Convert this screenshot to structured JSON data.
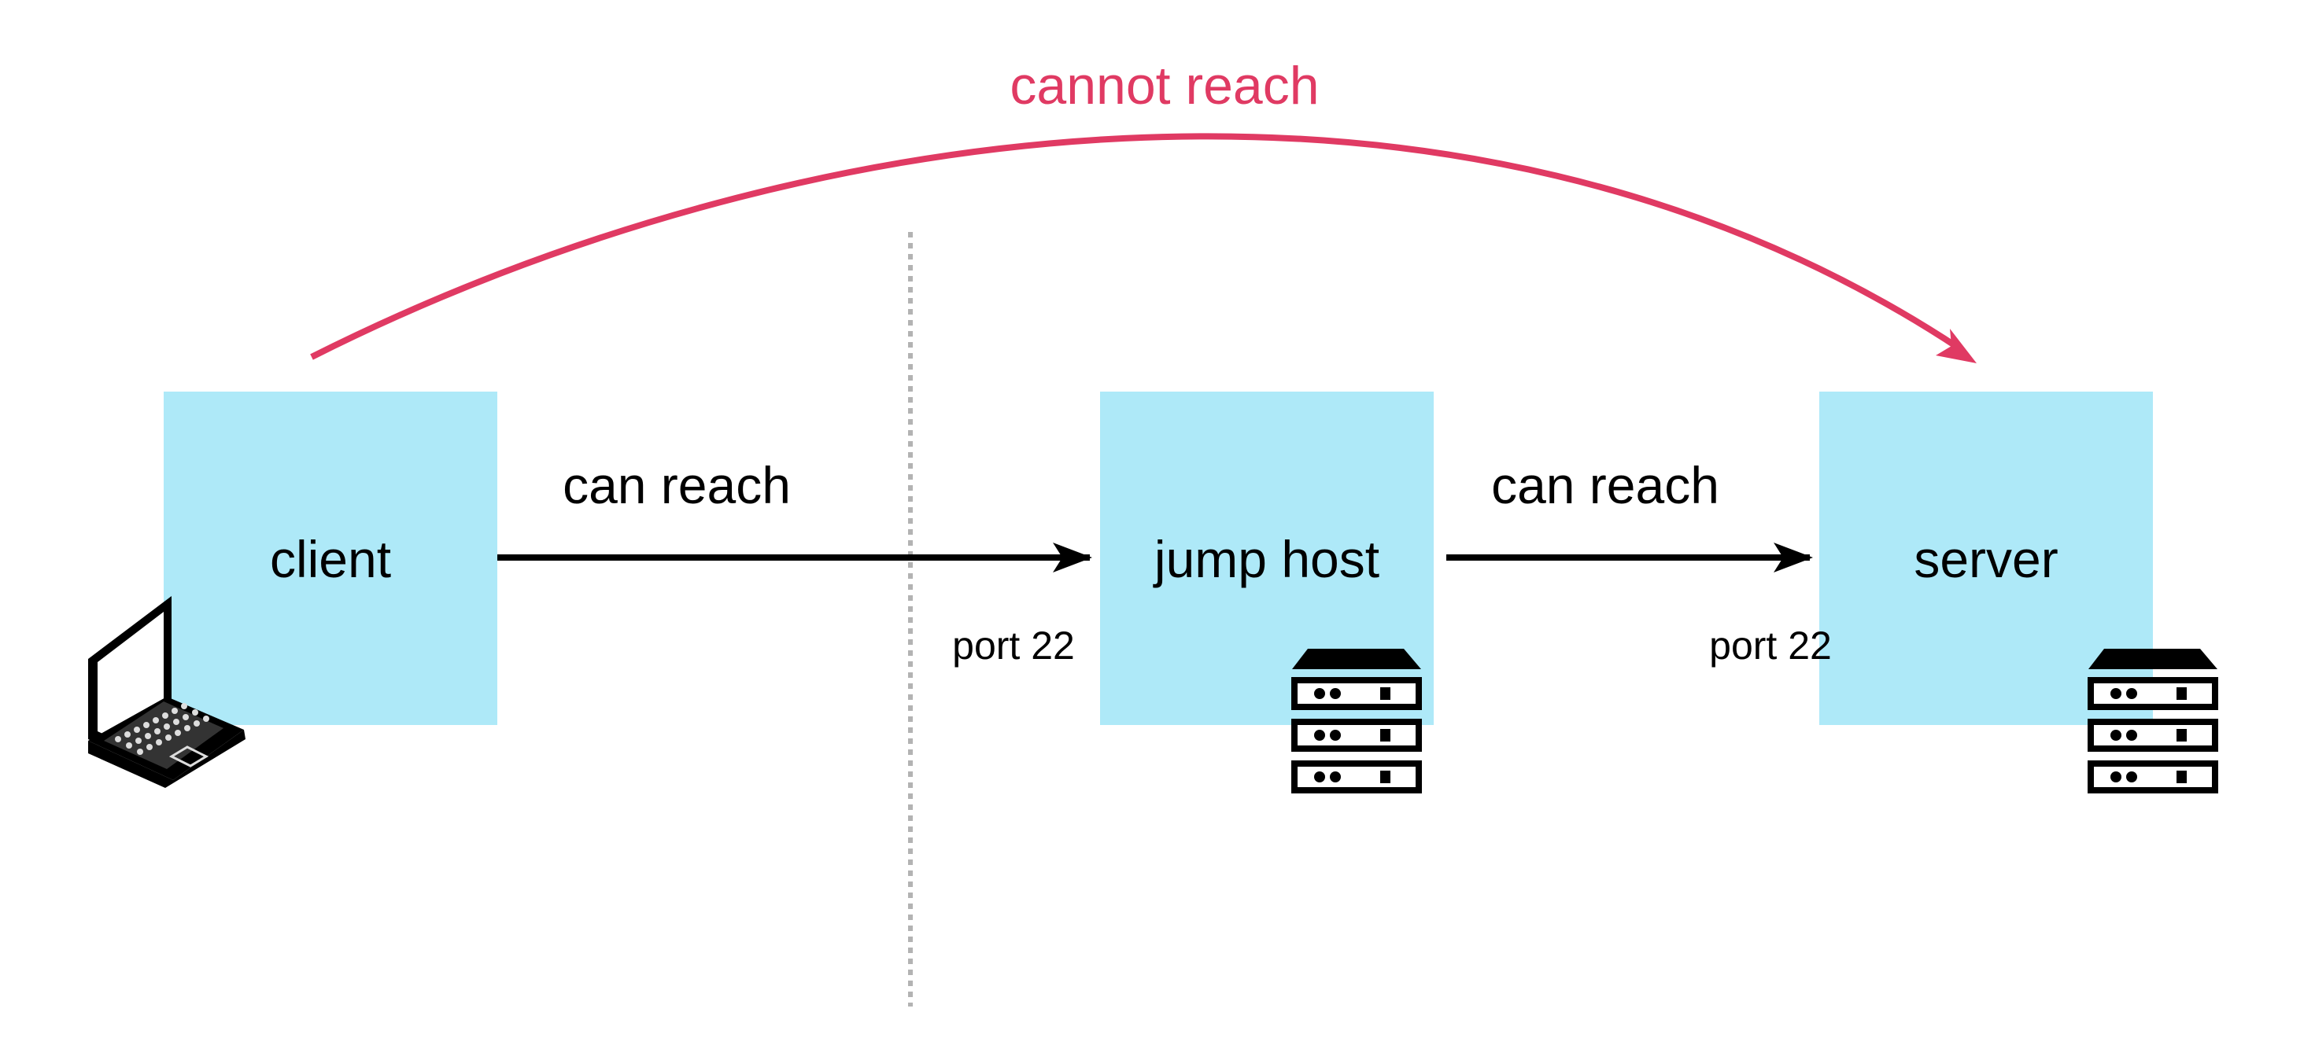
{
  "colors": {
    "node_fill": "#aee9f8",
    "arrow": "#000000",
    "blocked_arrow": "#e03a63",
    "divider": "#b3b3b3",
    "icon": "#000000"
  },
  "nodes": [
    {
      "id": "client",
      "label": "client",
      "icon": "laptop-icon"
    },
    {
      "id": "jump_host",
      "label": "jump host",
      "icon": "server-rack-icon"
    },
    {
      "id": "server",
      "label": "server",
      "icon": "server-rack-icon"
    }
  ],
  "edges": [
    {
      "from": "client",
      "to": "jump_host",
      "label": "can reach",
      "port_label": "port 22"
    },
    {
      "from": "jump_host",
      "to": "server",
      "label": "can reach",
      "port_label": "port 22"
    },
    {
      "from": "client",
      "to": "server",
      "label": "cannot reach",
      "blocked": true
    }
  ]
}
